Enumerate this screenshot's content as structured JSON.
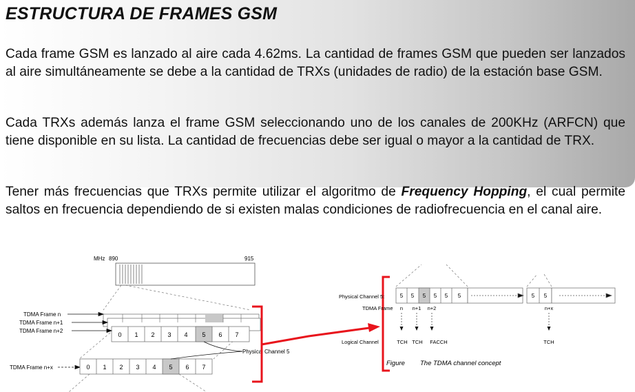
{
  "title": "ESTRUCTURA DE FRAMES GSM",
  "paragraphs": {
    "p1": "Cada frame GSM es lanzado al aire cada 4.62ms. La cantidad de frames GSM que pueden ser lanzados al aire simultáneamente se debe a la cantidad de TRXs (unidades de radio) de la estación base GSM.",
    "p2": "Cada TRXs además lanza el frame GSM seleccionando uno de los canales de 200KHz (ARFCN) que tiene disponible en su lista. La cantidad de frecuencias debe ser igual o mayor a la cantidad de TRX.",
    "p3_before": "Tener más frecuencias que TRXs permite utilizar el algoritmo de ",
    "p3_bold": "Frequency Hopping",
    "p3_after": ", el cual permite saltos en frecuencia dependiendo de si existen malas condiciones de radiofrecuencia en el canal aire."
  },
  "figure": {
    "mhz_label": "MHz",
    "freq_start": "890",
    "freq_end": "915",
    "frame_labels": [
      "TDMA Frame n",
      "TDMA Frame n+1",
      "TDMA Frame n+2",
      "TDMA Frame n+x"
    ],
    "slots": [
      "0",
      "1",
      "2",
      "3",
      "4",
      "5",
      "6",
      "7"
    ],
    "physical_channel_label": "Physical Channel 5",
    "right_physical_channel": "Physical Channel 5:",
    "right_tdma_frame": "TDMA Frame",
    "right_slot_value": "5",
    "frame_indices": [
      "n",
      "n+1",
      "n+2",
      "n+x"
    ],
    "logical_channel_label": "Logical Channel",
    "logical_channels": [
      "TCH",
      "TCH",
      "FACCH",
      "TCH"
    ],
    "caption_prefix": "Figure",
    "caption_text": "The TDMA channel concept",
    "highlight_color": "#e8141c",
    "shaded_slot_color": "#c8c8c8"
  }
}
